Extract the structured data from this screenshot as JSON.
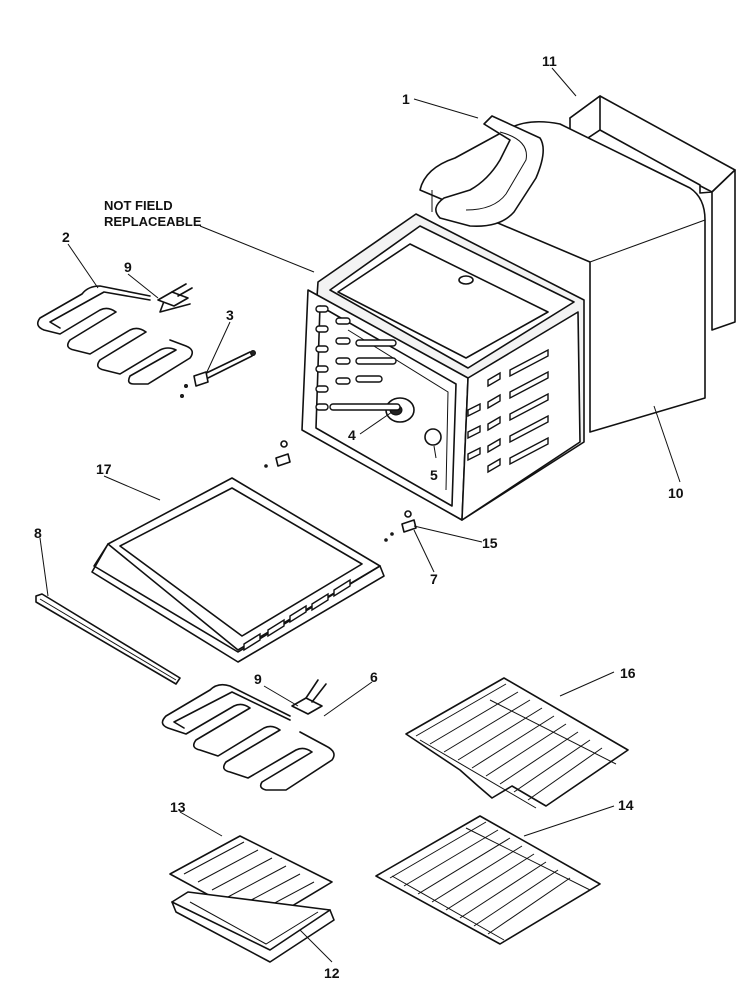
{
  "diagram": {
    "note_line1": "NOT FIELD",
    "note_line2": "REPLACEABLE",
    "callouts": {
      "c1": "1",
      "c2": "2",
      "c3": "3",
      "c4": "4",
      "c5": "5",
      "c6": "6",
      "c7": "7",
      "c8": "8",
      "c9a": "9",
      "c9b": "9",
      "c10": "10",
      "c11": "11",
      "c12": "12",
      "c13": "13",
      "c14": "14",
      "c15": "15",
      "c16": "16",
      "c17": "17"
    }
  }
}
